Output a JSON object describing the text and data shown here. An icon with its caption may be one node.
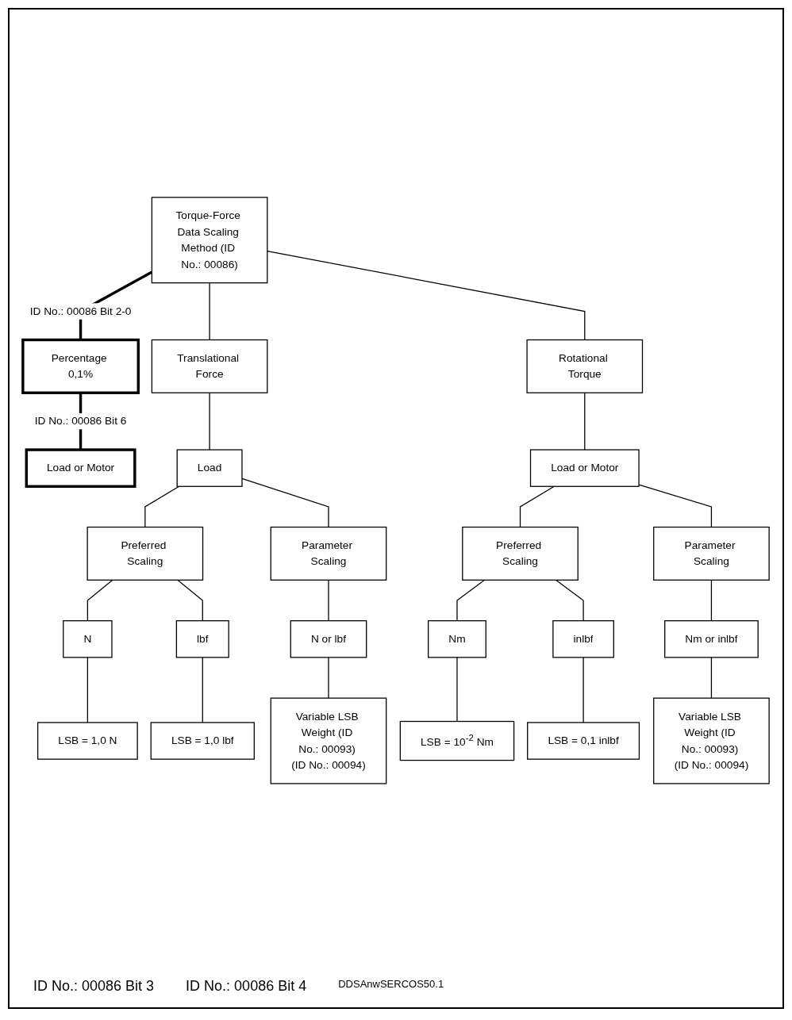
{
  "diagram": {
    "nodes": [
      {
        "text": [
          "Torque-Force Data Scaling Method (ID No.: 00086)"
        ]
      },
      {
        "text": [
          "Percentage 0,1%"
        ]
      },
      {
        "text": [
          "Translational Force"
        ]
      },
      {
        "text": [
          "Rotational Torque"
        ]
      },
      {
        "text": [
          "Load or Motor"
        ]
      },
      {
        "text": [
          "Load"
        ]
      },
      {
        "text": [
          "Load or Motor"
        ]
      },
      {
        "text": [
          "Preferred Scaling"
        ]
      },
      {
        "text": [
          "Parameter Scaling"
        ]
      },
      {
        "text": [
          "Preferred Scaling"
        ]
      },
      {
        "text": [
          "Parameter Scaling"
        ]
      },
      {
        "text": [
          "N"
        ]
      },
      {
        "text": [
          "lbf"
        ]
      },
      {
        "text": [
          "N or lbf"
        ]
      },
      {
        "text": [
          "Nm"
        ]
      },
      {
        "text": [
          "inlbf"
        ]
      },
      {
        "text": [
          "Nm or inlbf"
        ]
      },
      {
        "text": [
          "LSB = 1,0 N"
        ]
      },
      {
        "text": [
          "LSB = 1,0 lbf"
        ]
      },
      {
        "text": [
          "Variable LSB Weight (ID No.: 00093) (ID No.: 00094)"
        ]
      },
      {
        "text": [
          "LSB = 10$^{-2}$ Nm"
        ]
      },
      {
        "text": [
          "LSB = 0,1 inlbf"
        ]
      },
      {
        "text": [
          "Variable LSB Weight (ID No.: 00093) (ID No.: 00094)"
        ]
      }
    ],
    "edges": [
      {
        "from": 0,
        "to": 1,
        "arrow": "none",
        "style": "thick",
        "label": "ID No.: 00086 Bit 2-0"
      },
      {
        "from": 0,
        "to": 2,
        "arrow": "none"
      },
      {
        "from": 0,
        "to": 3,
        "arrow": "none"
      },
      {
        "from": 1,
        "to": 4,
        "arrow": "none",
        "style": "thick",
        "label": "ID No.: 00086 Bit 6"
      },
      {
        "from": 2,
        "to": 5,
        "arrow": "none"
      },
      {
        "from": 3,
        "to": 6,
        "arrow": "none"
      },
      {
        "from": 5,
        "to": 7,
        "arrow": "none"
      },
      {
        "from": 5,
        "to": 8,
        "arrow": "none"
      },
      {
        "from": 6,
        "to": 9,
        "arrow": "none"
      },
      {
        "from": 6,
        "to": 10,
        "arrow": "none"
      },
      {
        "from": 7,
        "to": 11,
        "arrow": "none"
      },
      {
        "from": 7,
        "to": 12,
        "arrow": "none"
      },
      {
        "from": 8,
        "to": 13,
        "arrow": "none"
      },
      {
        "from": 9,
        "to": 14,
        "arrow": "none"
      },
      {
        "from": 9,
        "to": 15,
        "arrow": "none"
      },
      {
        "from": 10,
        "to": 16,
        "arrow": "none"
      },
      {
        "from": 11,
        "to": 17,
        "arrow": "none"
      },
      {
        "from": 12,
        "to": 18,
        "arrow": "none"
      },
      {
        "from": 13,
        "to": 19,
        "arrow": "none"
      },
      {
        "from": 14,
        "to": 20,
        "arrow": "none"
      },
      {
        "from": 15,
        "to": 21,
        "arrow": "none"
      },
      {
        "from": 16,
        "to": 22,
        "arrow": "none"
      }
    ],
    "labels": [
      "ID No.: 00086 Bit 3",
      "ID No.: 00086 Bit 4",
      "DDSAnwSERCOS50.1"
    ]
  }
}
